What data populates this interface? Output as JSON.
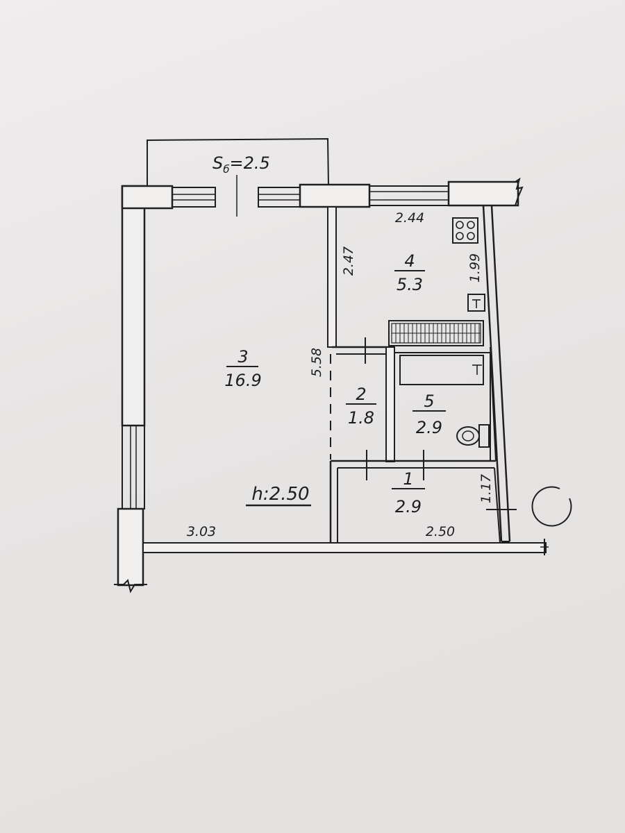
{
  "plan": {
    "balcony_area": "S",
    "balcony_area_sub": "б",
    "balcony_area_value": "=2.5",
    "ceiling_height": "h:2.50",
    "rooms": [
      {
        "number": "1",
        "area": "2.9"
      },
      {
        "number": "2",
        "area": "1.8"
      },
      {
        "number": "3",
        "area": "16.9"
      },
      {
        "number": "4",
        "area": "5.3"
      },
      {
        "number": "5",
        "area": "2.9"
      }
    ],
    "dimensions": {
      "kitchen_width": "2.44",
      "kitchen_depth": "2.47",
      "kitchen_right": "1.99",
      "room_depth": "5.58",
      "room_width": "3.03",
      "hall_width": "2.50",
      "hall_right": "1.17"
    }
  }
}
